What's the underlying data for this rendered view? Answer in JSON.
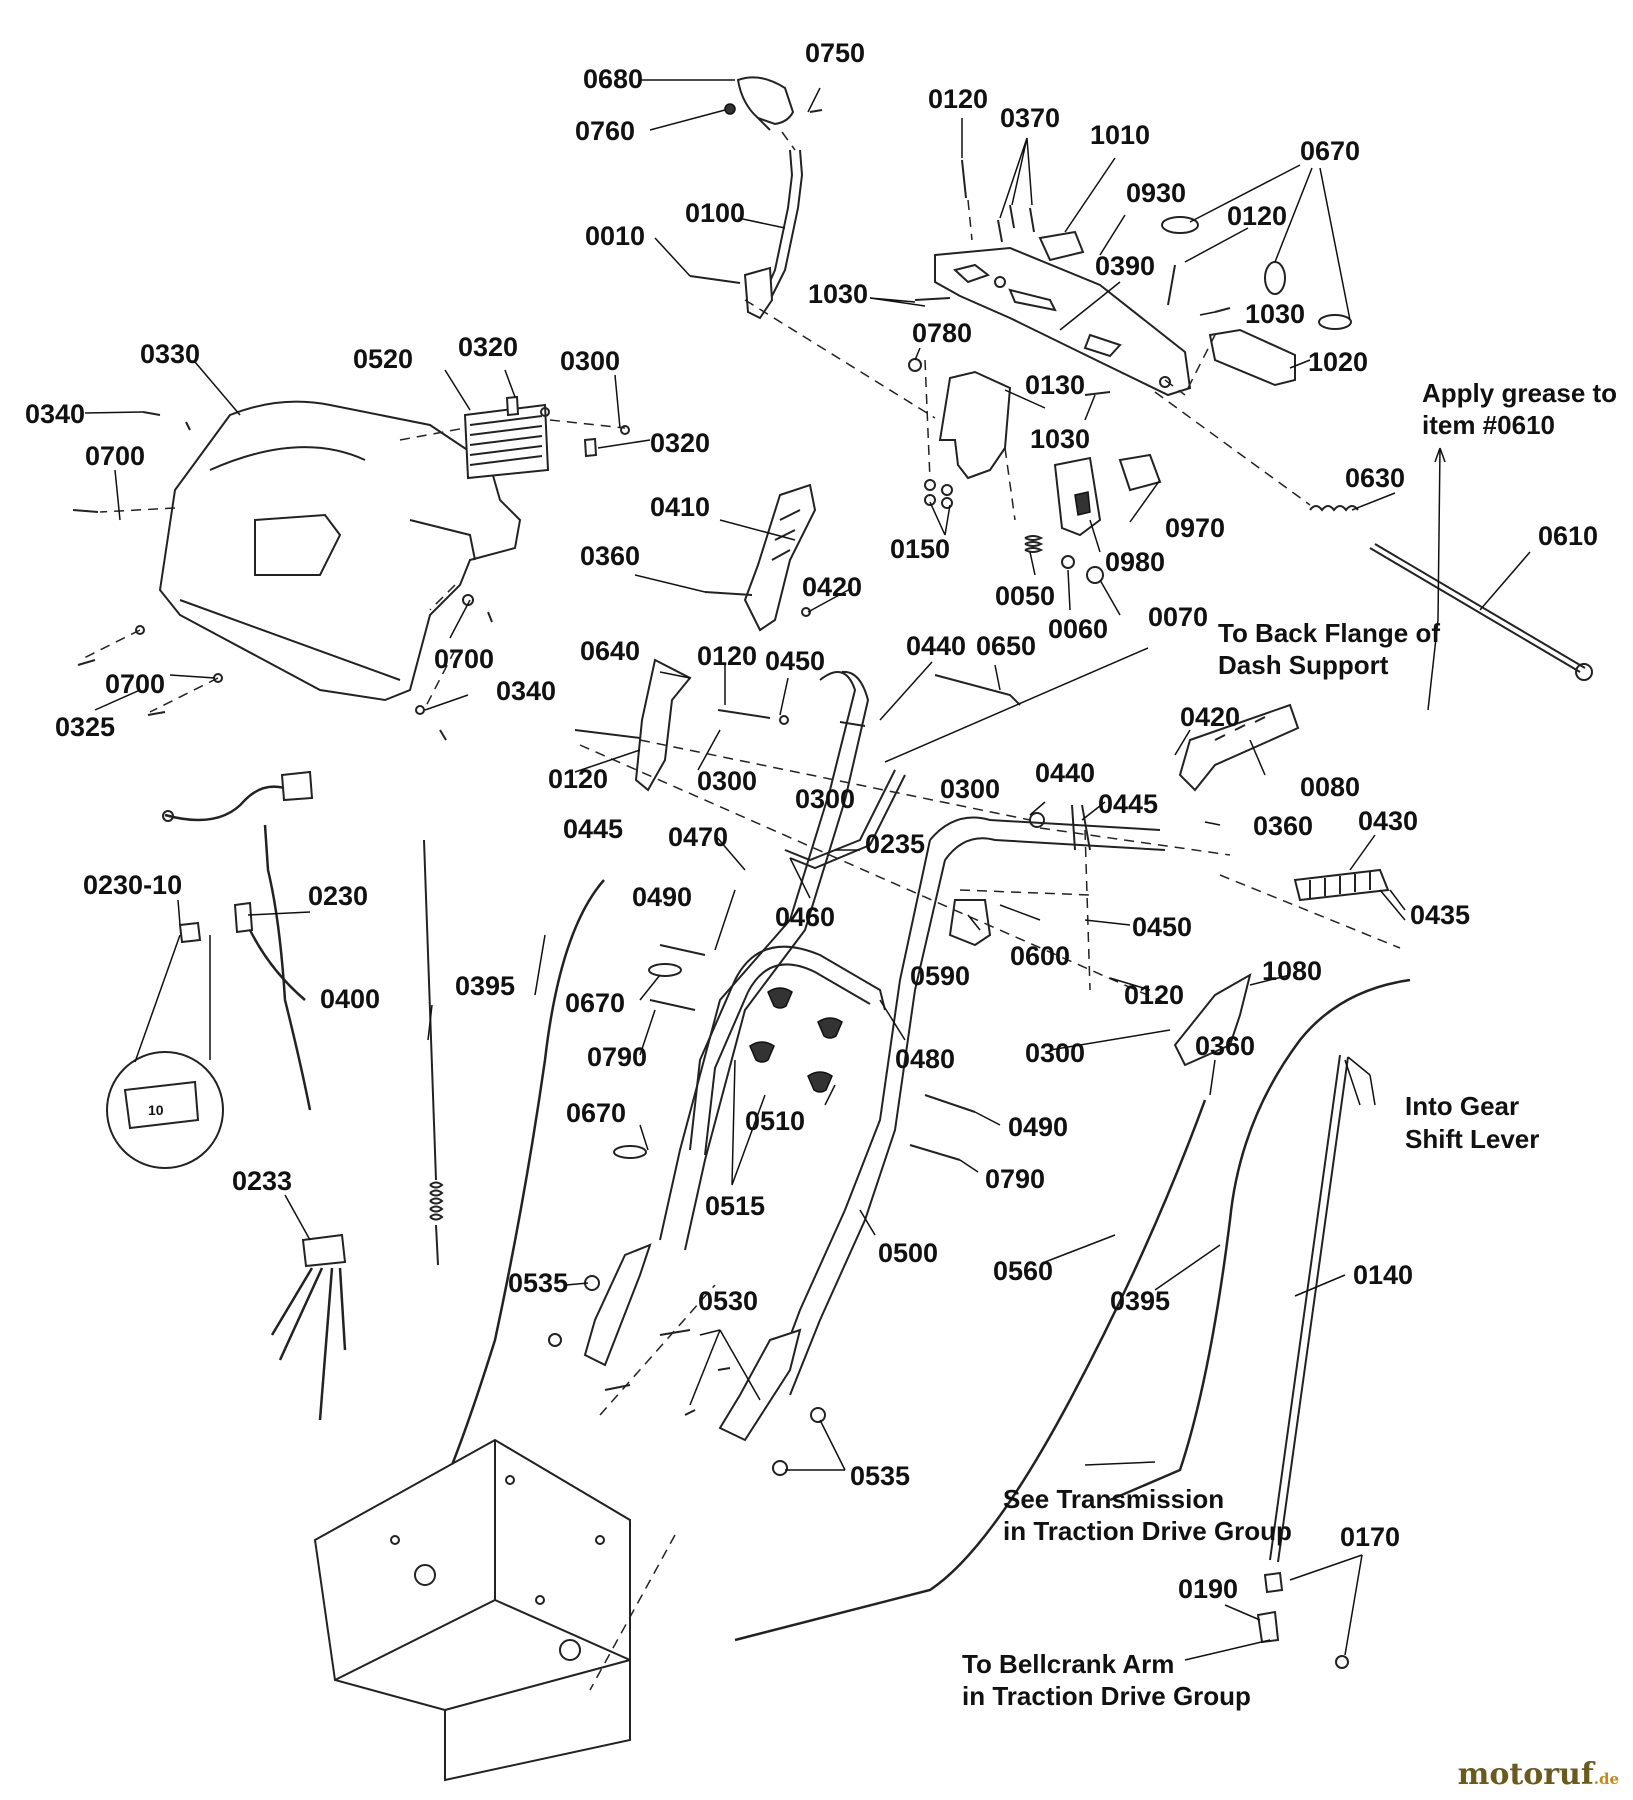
{
  "diagram": {
    "callouts": [
      {
        "id": "c0680",
        "text": "0680"
      },
      {
        "id": "c0750",
        "text": "0750"
      },
      {
        "id": "c0760",
        "text": "0760"
      },
      {
        "id": "c0120a",
        "text": "0120"
      },
      {
        "id": "c0370",
        "text": "0370"
      },
      {
        "id": "c1010",
        "text": "1010"
      },
      {
        "id": "c0670a",
        "text": "0670"
      },
      {
        "id": "c0930",
        "text": "0930"
      },
      {
        "id": "c0120b",
        "text": "0120"
      },
      {
        "id": "c0100",
        "text": "0100"
      },
      {
        "id": "c0010",
        "text": "0010"
      },
      {
        "id": "c1030a",
        "text": "1030"
      },
      {
        "id": "c0390",
        "text": "0390"
      },
      {
        "id": "c1030b",
        "text": "1030"
      },
      {
        "id": "c0780",
        "text": "0780"
      },
      {
        "id": "c1020",
        "text": "1020"
      },
      {
        "id": "c0330",
        "text": "0330"
      },
      {
        "id": "c0320a",
        "text": "0320"
      },
      {
        "id": "c0520",
        "text": "0520"
      },
      {
        "id": "c0300a",
        "text": "0300"
      },
      {
        "id": "c0340a",
        "text": "0340"
      },
      {
        "id": "c0320b",
        "text": "0320"
      },
      {
        "id": "c0700a",
        "text": "0700"
      },
      {
        "id": "c0130",
        "text": "0130"
      },
      {
        "id": "c1030c",
        "text": "1030"
      },
      {
        "id": "c0630",
        "text": "0630"
      },
      {
        "id": "c0410",
        "text": "0410"
      },
      {
        "id": "c0970",
        "text": "0970"
      },
      {
        "id": "c0360a",
        "text": "0360"
      },
      {
        "id": "c0150",
        "text": "0150"
      },
      {
        "id": "c0980",
        "text": "0980"
      },
      {
        "id": "c0610",
        "text": "0610"
      },
      {
        "id": "c0420a",
        "text": "0420"
      },
      {
        "id": "c0050",
        "text": "0050"
      },
      {
        "id": "c0060",
        "text": "0060"
      },
      {
        "id": "c0070",
        "text": "0070"
      },
      {
        "id": "c0700b",
        "text": "0700"
      },
      {
        "id": "c0640",
        "text": "0640"
      },
      {
        "id": "c0120c",
        "text": "0120"
      },
      {
        "id": "c0450a",
        "text": "0450"
      },
      {
        "id": "c0440a",
        "text": "0440"
      },
      {
        "id": "c0650",
        "text": "0650"
      },
      {
        "id": "c0700c",
        "text": "0700"
      },
      {
        "id": "c0340b",
        "text": "0340"
      },
      {
        "id": "c0325",
        "text": "0325"
      },
      {
        "id": "c0420b",
        "text": "0420"
      },
      {
        "id": "c0080",
        "text": "0080"
      },
      {
        "id": "c0120d",
        "text": "0120"
      },
      {
        "id": "c0300b",
        "text": "0300"
      },
      {
        "id": "c0300c",
        "text": "0300"
      },
      {
        "id": "c0300d",
        "text": "0300"
      },
      {
        "id": "c0440b",
        "text": "0440"
      },
      {
        "id": "c0445a",
        "text": "0445"
      },
      {
        "id": "c0360b",
        "text": "0360"
      },
      {
        "id": "c0430",
        "text": "0430"
      },
      {
        "id": "c0445b",
        "text": "0445"
      },
      {
        "id": "c0470",
        "text": "0470"
      },
      {
        "id": "c0235",
        "text": "0235"
      },
      {
        "id": "c0230-10",
        "text": "0230-10"
      },
      {
        "id": "c0230",
        "text": "0230"
      },
      {
        "id": "c0490a",
        "text": "0490"
      },
      {
        "id": "c0460",
        "text": "0460"
      },
      {
        "id": "c0435",
        "text": "0435"
      },
      {
        "id": "c0450b",
        "text": "0450"
      },
      {
        "id": "c0600",
        "text": "0600"
      },
      {
        "id": "c0590",
        "text": "0590"
      },
      {
        "id": "c1080",
        "text": "1080"
      },
      {
        "id": "c0120e",
        "text": "0120"
      },
      {
        "id": "c0395a",
        "text": "0395"
      },
      {
        "id": "c0400",
        "text": "0400"
      },
      {
        "id": "c0670b",
        "text": "0670"
      },
      {
        "id": "c0790a",
        "text": "0790"
      },
      {
        "id": "c0480",
        "text": "0480"
      },
      {
        "id": "c0300e",
        "text": "0300"
      },
      {
        "id": "c0360c",
        "text": "0360"
      },
      {
        "id": "c0670c",
        "text": "0670"
      },
      {
        "id": "c0510",
        "text": "0510"
      },
      {
        "id": "c0490b",
        "text": "0490"
      },
      {
        "id": "c0790b",
        "text": "0790"
      },
      {
        "id": "c0233",
        "text": "0233"
      },
      {
        "id": "c0515",
        "text": "0515"
      },
      {
        "id": "c0500",
        "text": "0500"
      },
      {
        "id": "c0560",
        "text": "0560"
      },
      {
        "id": "c0140",
        "text": "0140"
      },
      {
        "id": "c0535a",
        "text": "0535"
      },
      {
        "id": "c0530",
        "text": "0530"
      },
      {
        "id": "c0395b",
        "text": "0395"
      },
      {
        "id": "c0535b",
        "text": "0535"
      },
      {
        "id": "c0170",
        "text": "0170"
      },
      {
        "id": "c0190",
        "text": "0190"
      }
    ],
    "notes": {
      "apply_grease": [
        "Apply grease to",
        "item #0610"
      ],
      "back_flange": [
        "To Back Flange of",
        "Dash Support"
      ],
      "gear_shift": [
        "Into Gear",
        "Shift Lever"
      ],
      "transmission": [
        "See Transmission",
        "in Traction Drive Group"
      ],
      "bellcrank": [
        "To Bellcrank Arm",
        "in Traction Drive Group"
      ]
    },
    "fuse_label": "10"
  },
  "watermark": {
    "text": "motoruf",
    "suffix": ".de"
  },
  "colors": {
    "line": "#222222",
    "watermark": "#6a5a1e"
  }
}
